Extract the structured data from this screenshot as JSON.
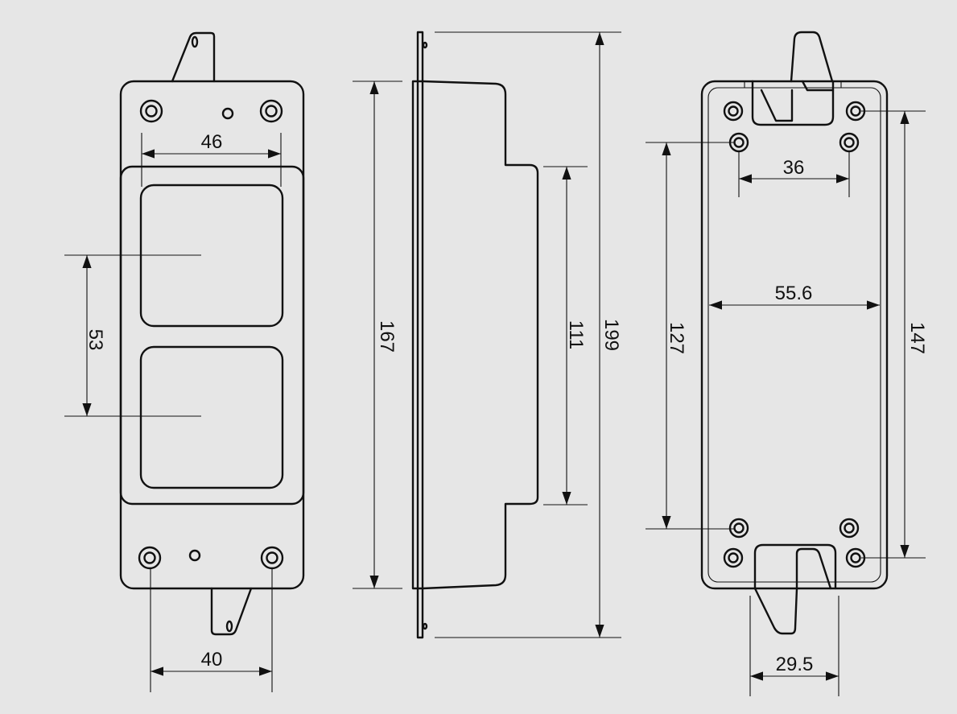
{
  "colors": {
    "background": "#e6e6e6",
    "line": "#111111"
  },
  "dimensions": {
    "front_hole_spacing_top": "46",
    "front_window_spacing": "53",
    "front_hole_spacing_bottom": "40",
    "side_body_height": "167",
    "side_step_height": "111",
    "side_total_height": "199",
    "back_hole_spacing_top": "36",
    "back_inner_width": "55.6",
    "back_hole_spacing_vertical_inner": "127",
    "back_hole_spacing_vertical_outer": "147",
    "back_tab_width": "29.5"
  }
}
